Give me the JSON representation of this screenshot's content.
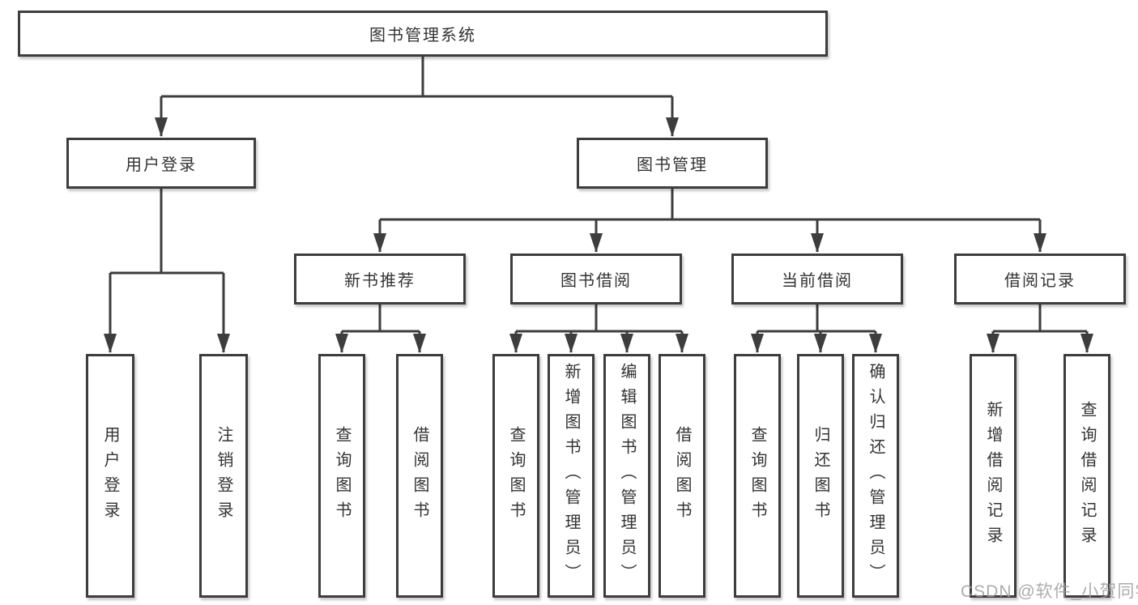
{
  "diagram": {
    "root": {
      "label": "图书管理系统"
    },
    "level2": [
      {
        "label": "用户登录"
      },
      {
        "label": "图书管理"
      }
    ],
    "level3": [
      {
        "label": "新书推荐",
        "parent": "图书管理"
      },
      {
        "label": "图书借阅",
        "parent": "图书管理"
      },
      {
        "label": "当前借阅",
        "parent": "图书管理"
      },
      {
        "label": "借阅记录",
        "parent": "图书管理"
      }
    ],
    "leaves": [
      {
        "label": "用户登录",
        "parent": "用户登录"
      },
      {
        "label": "注销登录",
        "parent": "用户登录"
      },
      {
        "label": "查询图书",
        "parent": "新书推荐"
      },
      {
        "label": "借阅图书",
        "parent": "新书推荐"
      },
      {
        "label": "查询图书",
        "parent": "图书借阅"
      },
      {
        "label": "新增图书（管理员）",
        "parent": "图书借阅"
      },
      {
        "label": "编辑图书（管理员）",
        "parent": "图书借阅"
      },
      {
        "label": "借阅图书",
        "parent": "图书借阅"
      },
      {
        "label": "查询图书",
        "parent": "当前借阅"
      },
      {
        "label": "归还图书",
        "parent": "当前借阅"
      },
      {
        "label": "确认归还（管理员）",
        "parent": "当前借阅"
      },
      {
        "label": "新增借阅记录",
        "parent": "借阅记录"
      },
      {
        "label": "查询借阅记录",
        "parent": "借阅记录"
      }
    ],
    "watermark": "CSDN @软件_小贺同学",
    "colors": {
      "line": "#3d3d3d",
      "text": "#333333",
      "background": "#ffffff",
      "watermark": "#9e9ea0"
    }
  }
}
